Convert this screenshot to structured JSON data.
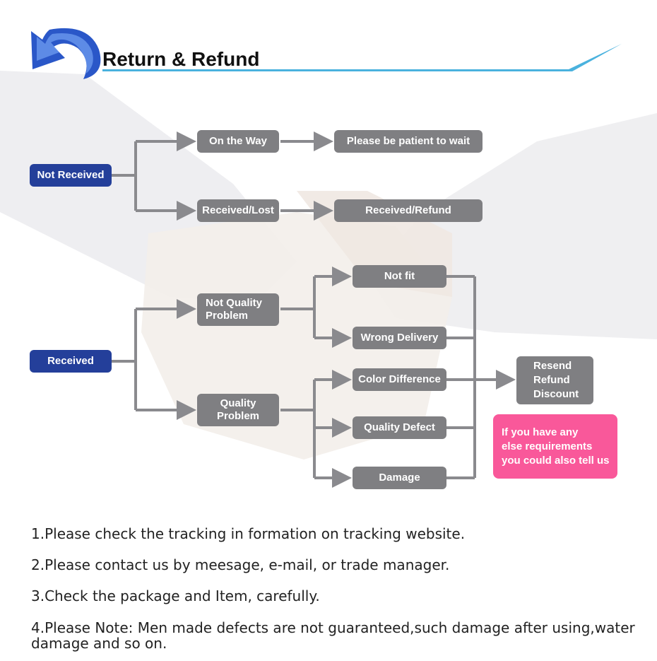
{
  "header": {
    "title": "Return & Refund",
    "icon": "return-arrow-icon"
  },
  "flow": {
    "not_received": "Not Received",
    "on_the_way": "On the Way",
    "please_wait": "Please be patient to wait",
    "received_lost": "Received/Lost",
    "received_refund": "Received/Refund",
    "received": "Received",
    "not_quality_problem": "Not Quality\nProblem",
    "quality_problem": "Quality\nProblem",
    "not_fit": "Not fit",
    "wrong_delivery": "Wrong Delivery",
    "color_difference": "Color Difference",
    "quality_defect": "Quality Defect",
    "damage": "Damage",
    "resolution": "Resend\nRefund\nDiscount",
    "note": "If you have any\nelse requirements\nyou could also tell us"
  },
  "notes": [
    "1.Please check the tracking in formation on tracking website.",
    "2.Please contact us by meesage, e-mail, or trade manager.",
    "3.Check the package and Item, carefully.",
    "4.Please Note: Men made defects are not guaranteed,such damage after using,water damage and so on."
  ],
  "colors": {
    "node_grey": "#7f7f82",
    "node_blue": "#243f9a",
    "note_pink": "#f9589a",
    "connector": "#8a8a8e",
    "accent": "#2aa4d8"
  }
}
